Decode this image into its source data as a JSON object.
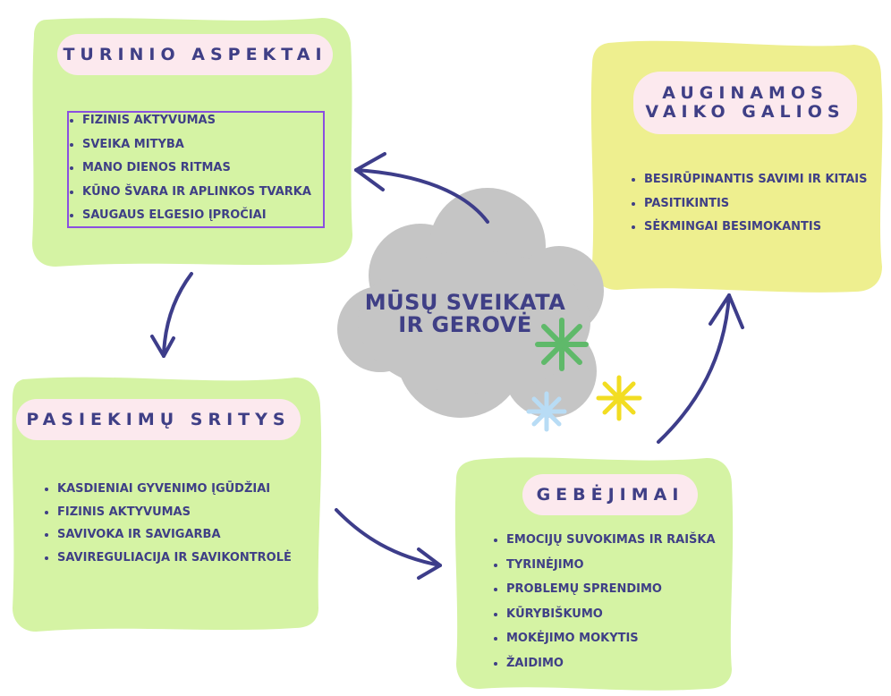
{
  "center": {
    "line1": "MŪSŲ SVEIKATA",
    "line2": "IR GEROVĖ"
  },
  "boxes": {
    "turinio": {
      "title": "TURINIO ASPEKTAI",
      "items": [
        "FIZINIS AKTYVUMAS",
        "SVEIKA MITYBA",
        "MANO DIENOS RITMAS",
        "KŪNO ŠVARA IR APLINKOS TVARKA",
        "SAUGAUS ELGESIO ĮPROČIAI"
      ]
    },
    "galios": {
      "title_line1": "AUGINAMOS",
      "title_line2": "VAIKO GALIOS",
      "items": [
        "BESIRŪPINANTIS SAVIMI IR KITAIS",
        "PASITIKINTIS",
        "SĖKMINGAI BESIMOKANTIS"
      ]
    },
    "pasiekimu": {
      "title": "PASIEKIMŲ SRITYS",
      "items": [
        "KASDIENIAI GYVENIMO ĮGŪDŽIAI",
        "FIZINIS AKTYVUMAS",
        "SAVIVOKA IR SAVIGARBA",
        "SAVIREGULIACIJA IR SAVIKONTROLĖ"
      ]
    },
    "gebejimai": {
      "title": "GEBĖJIMAI",
      "items": [
        "EMOCIJŲ SUVOKIMAS IR RAIŠKA",
        "TYRINĖJIMO",
        "PROBLEMŲ SPRENDIMO",
        "KŪRYBIŠKUMO",
        "MOKĖJIMO MOKYTIS",
        "ŽAIDIMO"
      ]
    }
  },
  "colors": {
    "green_box": "#d5f3a4",
    "yellow_box": "#eeef8f",
    "pill": "#fce9ee",
    "text": "#3f3f86",
    "arrow": "#3d3d8a",
    "cloud": "#c5c5c5",
    "highlight_border": "#8a4fe0",
    "star_green": "#5fb96a",
    "star_blue": "#b8dcf5",
    "star_yellow": "#f2dd22"
  }
}
